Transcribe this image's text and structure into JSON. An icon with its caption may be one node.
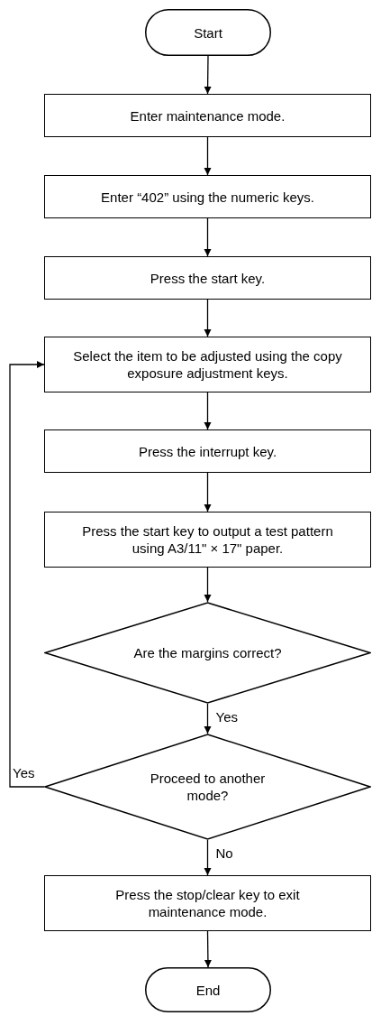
{
  "diagram": {
    "nodes": [
      {
        "text": [
          "Start"
        ]
      },
      {
        "text": [
          "Enter maintenance mode."
        ]
      },
      {
        "text": [
          "Enter “402” using the numeric keys."
        ]
      },
      {
        "text": [
          "Press the start key."
        ]
      },
      {
        "text": [
          "Select the item to be adjusted using the copy exposure adjustment keys."
        ]
      },
      {
        "text": [
          "Press the interrupt key."
        ]
      },
      {
        "text": [
          "Press the start key to output a test pattern using A3/11\" × 17\" paper."
        ]
      },
      {
        "text": [
          "Are the margins correct?"
        ]
      },
      {
        "text": [
          "Proceed to another mode?"
        ]
      },
      {
        "text": [
          "Press the stop/clear key to exit maintenance mode."
        ]
      },
      {
        "text": [
          "End"
        ]
      }
    ],
    "edges": [
      {
        "from": 0,
        "to": 1,
        "arrow": "to"
      },
      {
        "from": 1,
        "to": 2,
        "arrow": "to"
      },
      {
        "from": 2,
        "to": 3,
        "arrow": "to"
      },
      {
        "from": 3,
        "to": 4,
        "arrow": "to"
      },
      {
        "from": 4,
        "to": 5,
        "arrow": "to"
      },
      {
        "from": 5,
        "to": 6,
        "arrow": "to"
      },
      {
        "from": 6,
        "to": 7,
        "arrow": "to"
      },
      {
        "from": 7,
        "to": 8,
        "arrow": "to",
        "label": "Yes"
      },
      {
        "from": 8,
        "to": 4,
        "arrow": "to",
        "label": "Yes"
      },
      {
        "from": 8,
        "to": 9,
        "arrow": "to",
        "label": "No"
      },
      {
        "from": 9,
        "to": 10,
        "arrow": "to"
      }
    ]
  }
}
